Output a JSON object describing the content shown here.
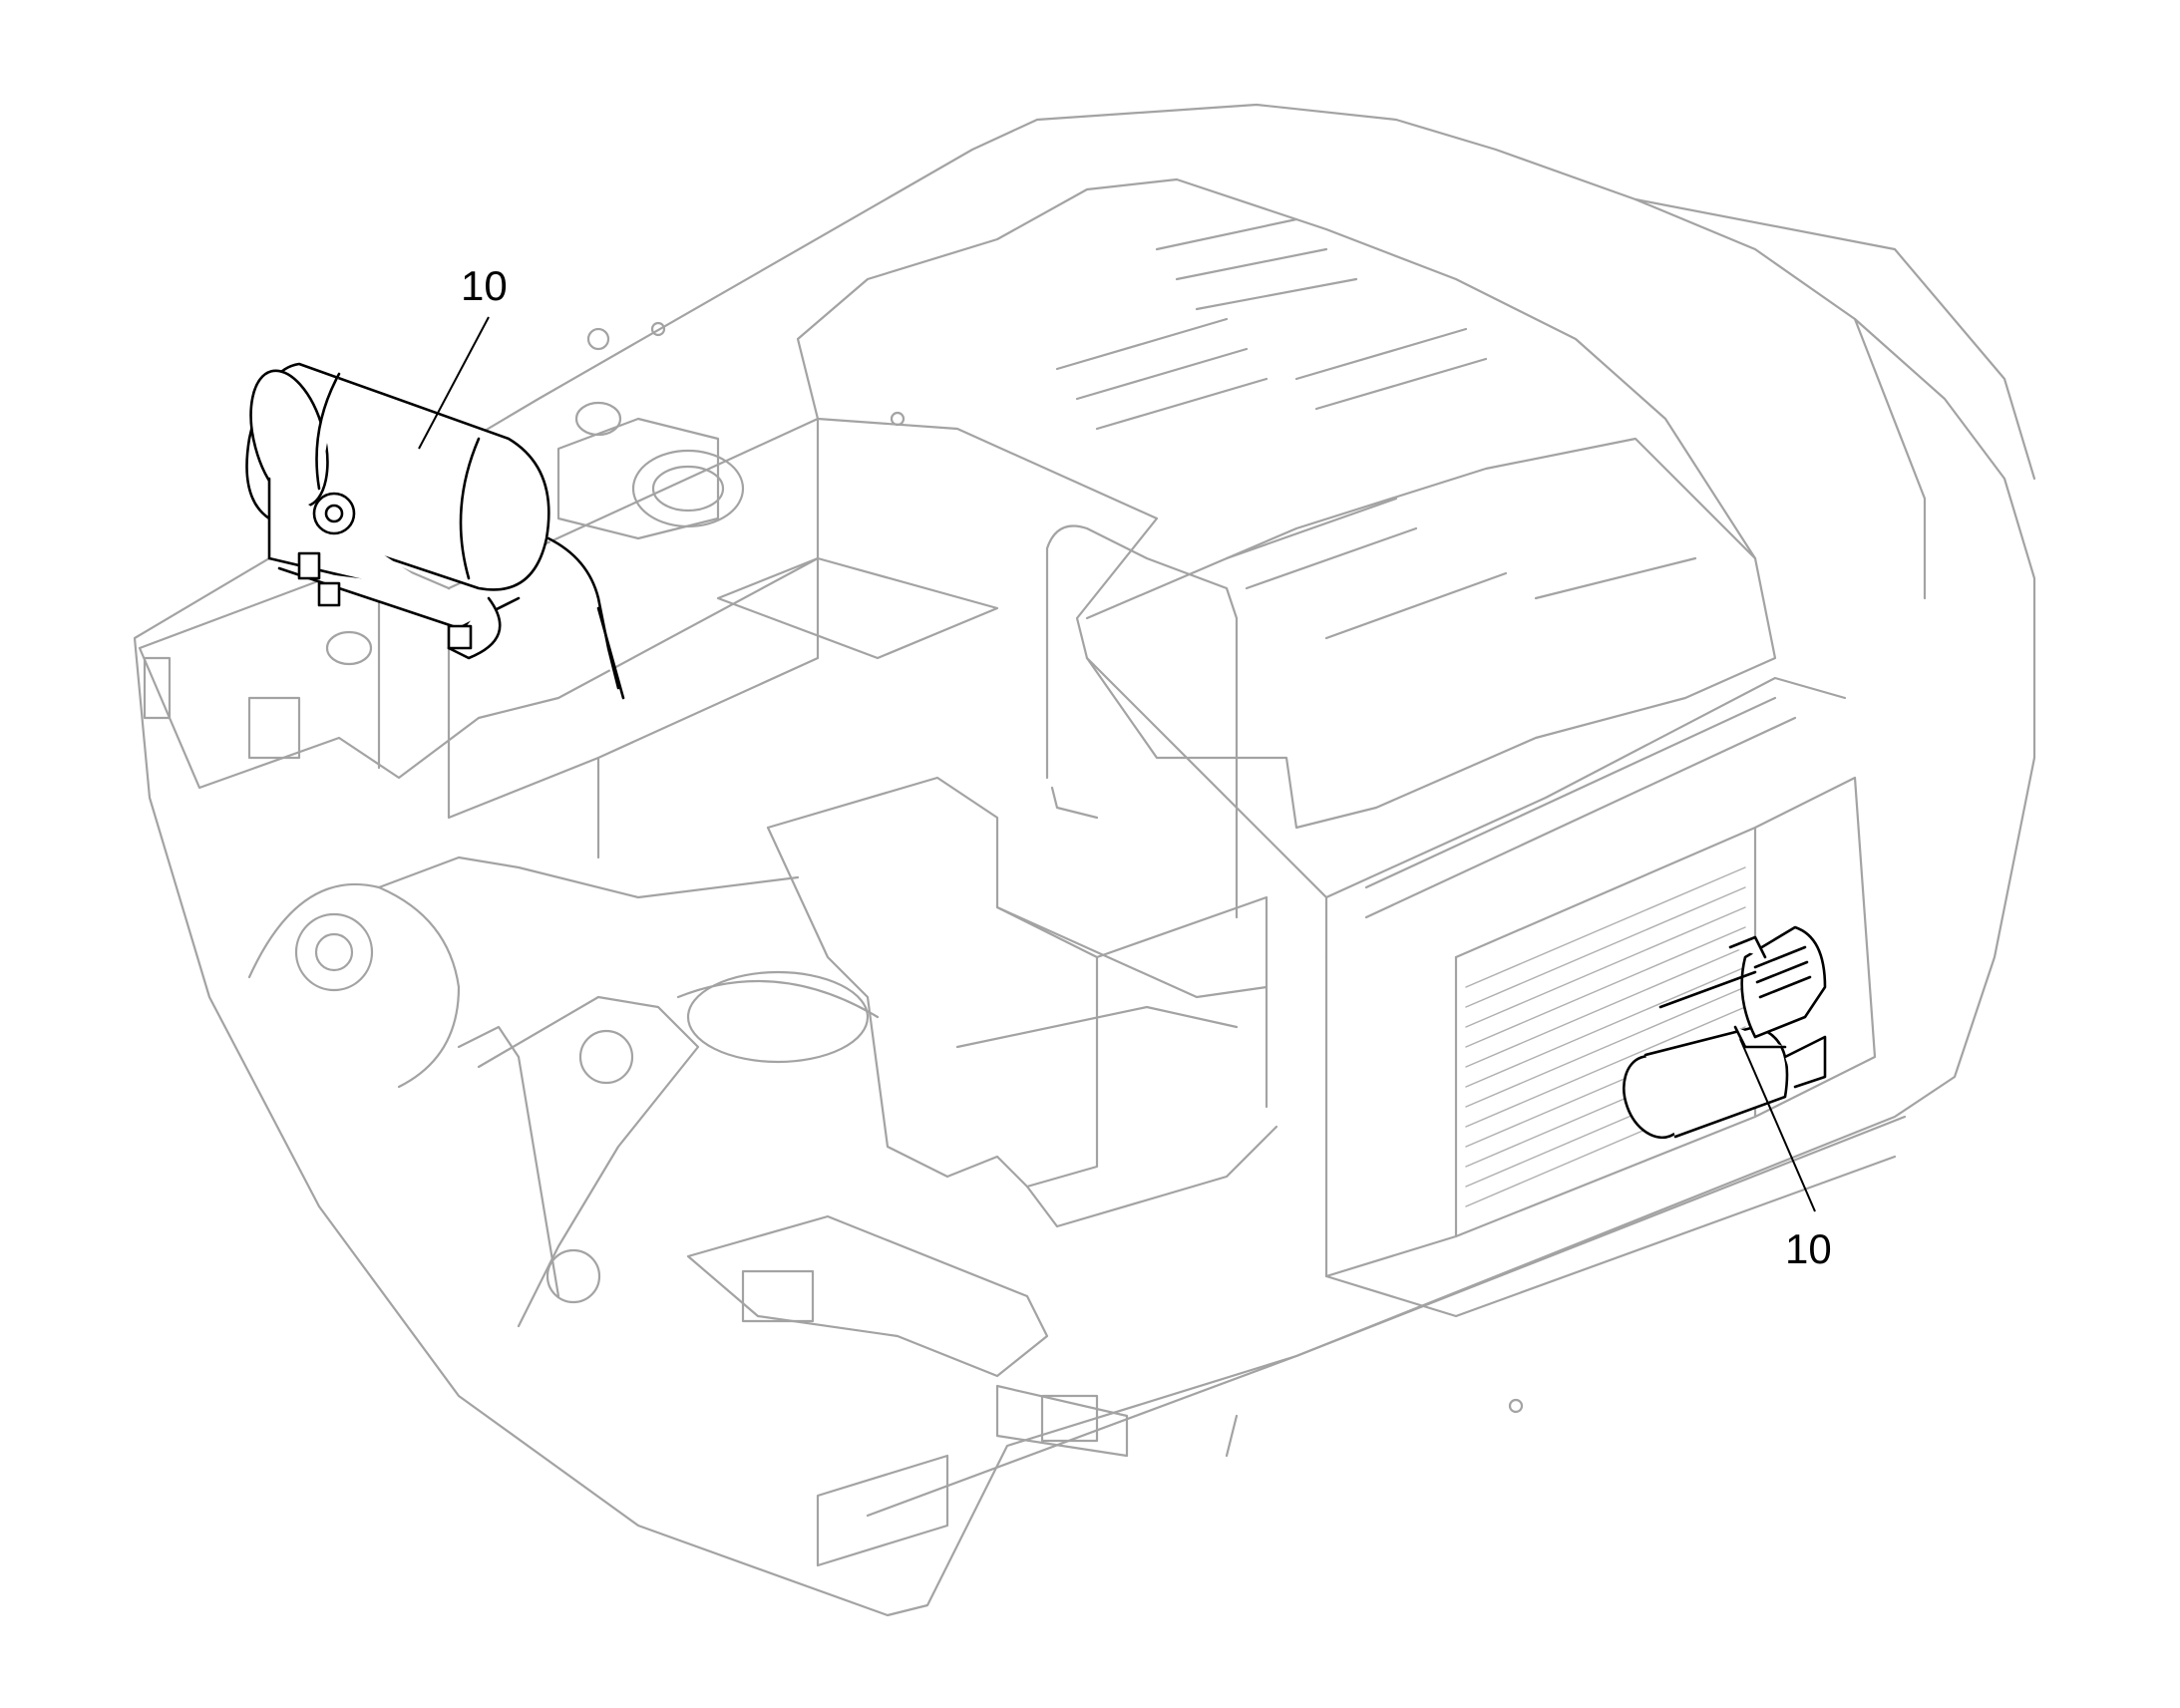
{
  "figure": {
    "callouts": [
      {
        "label": "10",
        "target": "air-tank"
      },
      {
        "label": "10",
        "target": "air-compressor"
      }
    ]
  },
  "colors": {
    "line": "#9a9a9a",
    "dark": "#000000",
    "background": "#ffffff"
  }
}
